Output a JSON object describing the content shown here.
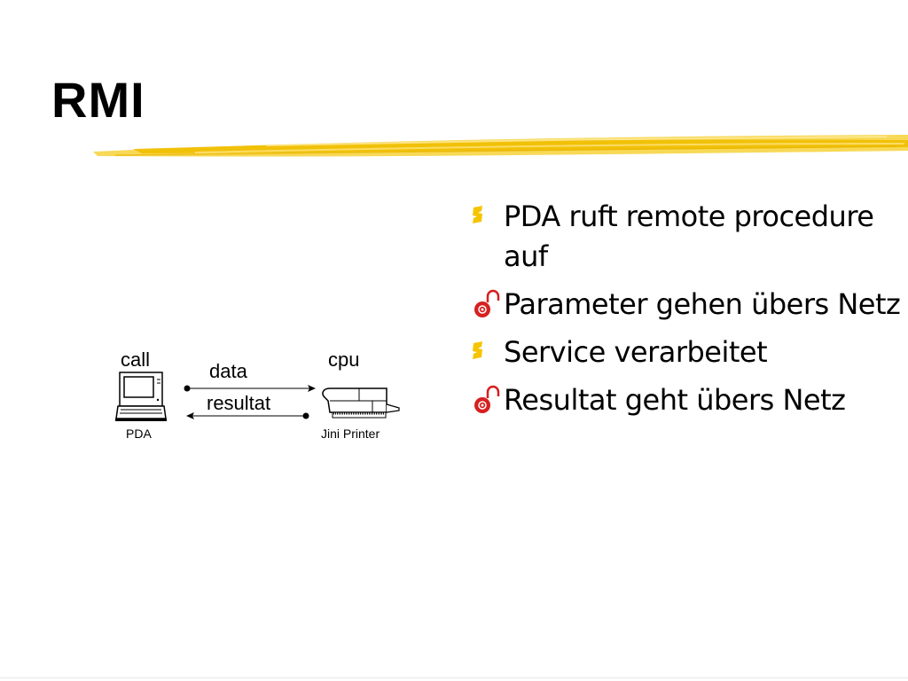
{
  "slide": {
    "title": "RMI",
    "accent_color": "#F5C400"
  },
  "bullets": [
    {
      "text": "PDA ruft remote procedure auf",
      "marker": "yellow-square-bullet-icon"
    },
    {
      "text": "Parameter gehen übers Netz",
      "marker": "red-padlock-bullet-icon"
    },
    {
      "text": "Service verarbeitet",
      "marker": "yellow-square-bullet-icon"
    },
    {
      "text": "Resultat geht übers Netz",
      "marker": "red-padlock-bullet-icon"
    }
  ],
  "diagram": {
    "call_label": "call",
    "cpu_label": "cpu",
    "data_label": "data",
    "result_label": "resultat",
    "pda_caption": "PDA",
    "printer_caption": "Jini Printer",
    "pda_icon": "computer-icon",
    "printer_icon": "printer-icon"
  }
}
